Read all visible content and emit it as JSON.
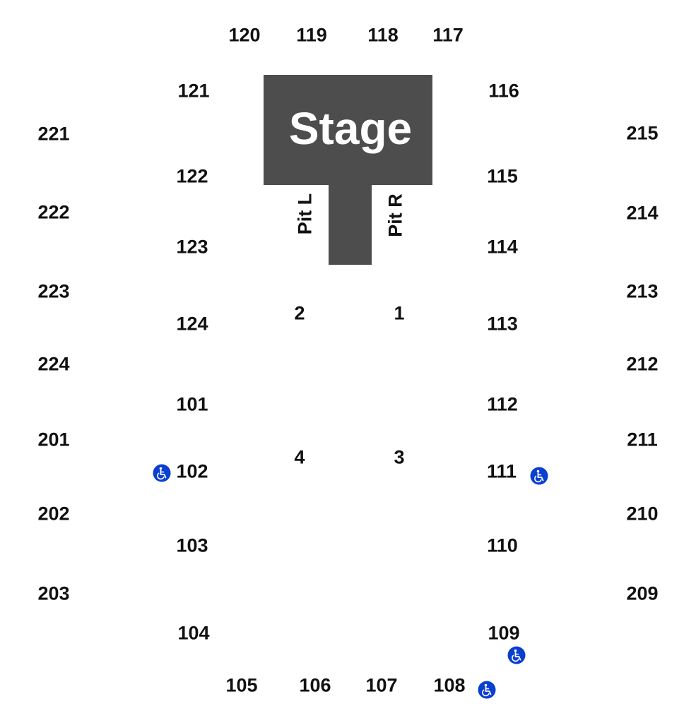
{
  "stage": {
    "label": "Stage",
    "pit_left": "Pit L",
    "pit_right": "Pit R"
  },
  "floor": [
    "1",
    "2",
    "3",
    "4"
  ],
  "sections": [
    "120",
    "119",
    "118",
    "117",
    "121",
    "116",
    "221",
    "215",
    "122",
    "115",
    "222",
    "214",
    "123",
    "114",
    "223",
    "213",
    "124",
    "113",
    "224",
    "212",
    "101",
    "112",
    "201",
    "211",
    "102",
    "111",
    "202",
    "210",
    "103",
    "110",
    "203",
    "209",
    "104",
    "109",
    "105",
    "106",
    "107",
    "108"
  ],
  "icons": {
    "accessible": "wheelchair-icon"
  },
  "colors": {
    "stage": "#4d4d4d",
    "accessible": "#0a3fd0",
    "text": "#111111"
  }
}
